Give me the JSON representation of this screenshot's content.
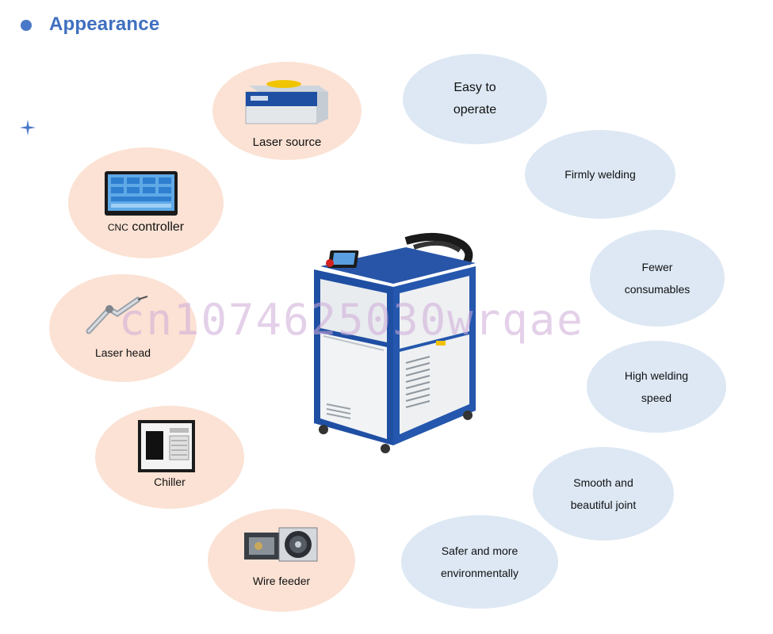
{
  "header": {
    "title": "Appearance"
  },
  "components": [
    {
      "label": "Laser source",
      "icon": "laser-source-icon"
    },
    {
      "label_small": "CNC",
      "label": "controller",
      "icon": "cnc-controller-icon"
    },
    {
      "label": "Laser head",
      "icon": "laser-head-icon"
    },
    {
      "label": "Chiller",
      "icon": "chiller-icon"
    },
    {
      "label": "Wire feeder",
      "icon": "wire-feeder-icon"
    }
  ],
  "features": [
    {
      "text": "Easy to\noperate"
    },
    {
      "text": "Firmly welding"
    },
    {
      "text": "Fewer\nconsumables"
    },
    {
      "text": "High welding\nspeed"
    },
    {
      "text": "Smooth and\nbeautiful joint"
    },
    {
      "text": "Safer and more\nenvironmentally"
    }
  ],
  "watermark": "cn1074625030wrqae",
  "colors": {
    "accent": "#3f6fc0",
    "component_bubble": "#fbe2d4",
    "feature_bubble": "#dde8f4",
    "machine_blue": "#1f4fa3"
  }
}
